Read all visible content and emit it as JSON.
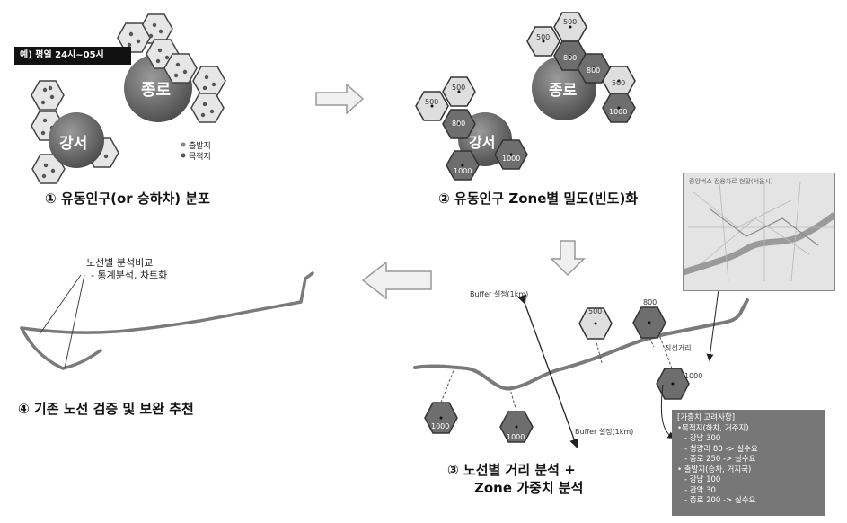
{
  "tag": "예) 평일 24시~05시",
  "districts": {
    "jongno": "종로",
    "gangseo": "강서"
  },
  "legend": {
    "origin": "출발지",
    "destination": "목적지"
  },
  "steps": {
    "s1": "①   유동인구(or 승하차) 분포",
    "s2": "② 유동인구 Zone별 밀도(빈도)화",
    "s3_line1": "③ 노선별 거리 분석 +",
    "s3_line2": "Zone 가중치 분석",
    "s4": "④ 기존 노선 검증 및 보완 추천"
  },
  "zone_values": {
    "z500": "500",
    "z800": "800",
    "z1000": "1000"
  },
  "analysis": {
    "buffer_top": "Buffer 설정(1km)",
    "buffer_bottom": "Buffer 설정(1km)",
    "straight_distance": "직선거리",
    "compare_title": "노선별  분석비교",
    "compare_sub": "- 통계분석, 차트화"
  },
  "map_title": "중앙버스 전용차로 현황(서울시)",
  "weights": {
    "title": "[가중치 고려사항]",
    "dest_header": "•목적지(하차, 거주지)",
    "dest_items": [
      "- 강남 300",
      "- 청량리 80    -> 실수요",
      "- 종로 250     -> 실수요"
    ],
    "origin_header": "• 출발지(승차, 거지국)",
    "origin_items": [
      "- 강남 100",
      "- 관악 30",
      "- 종로 200     -> 실수요"
    ]
  },
  "colors": {
    "dark_hex": "#6e6e6e",
    "light_hex": "#dedede",
    "district": "#5a5a5a",
    "route": "#7a7a7a"
  }
}
